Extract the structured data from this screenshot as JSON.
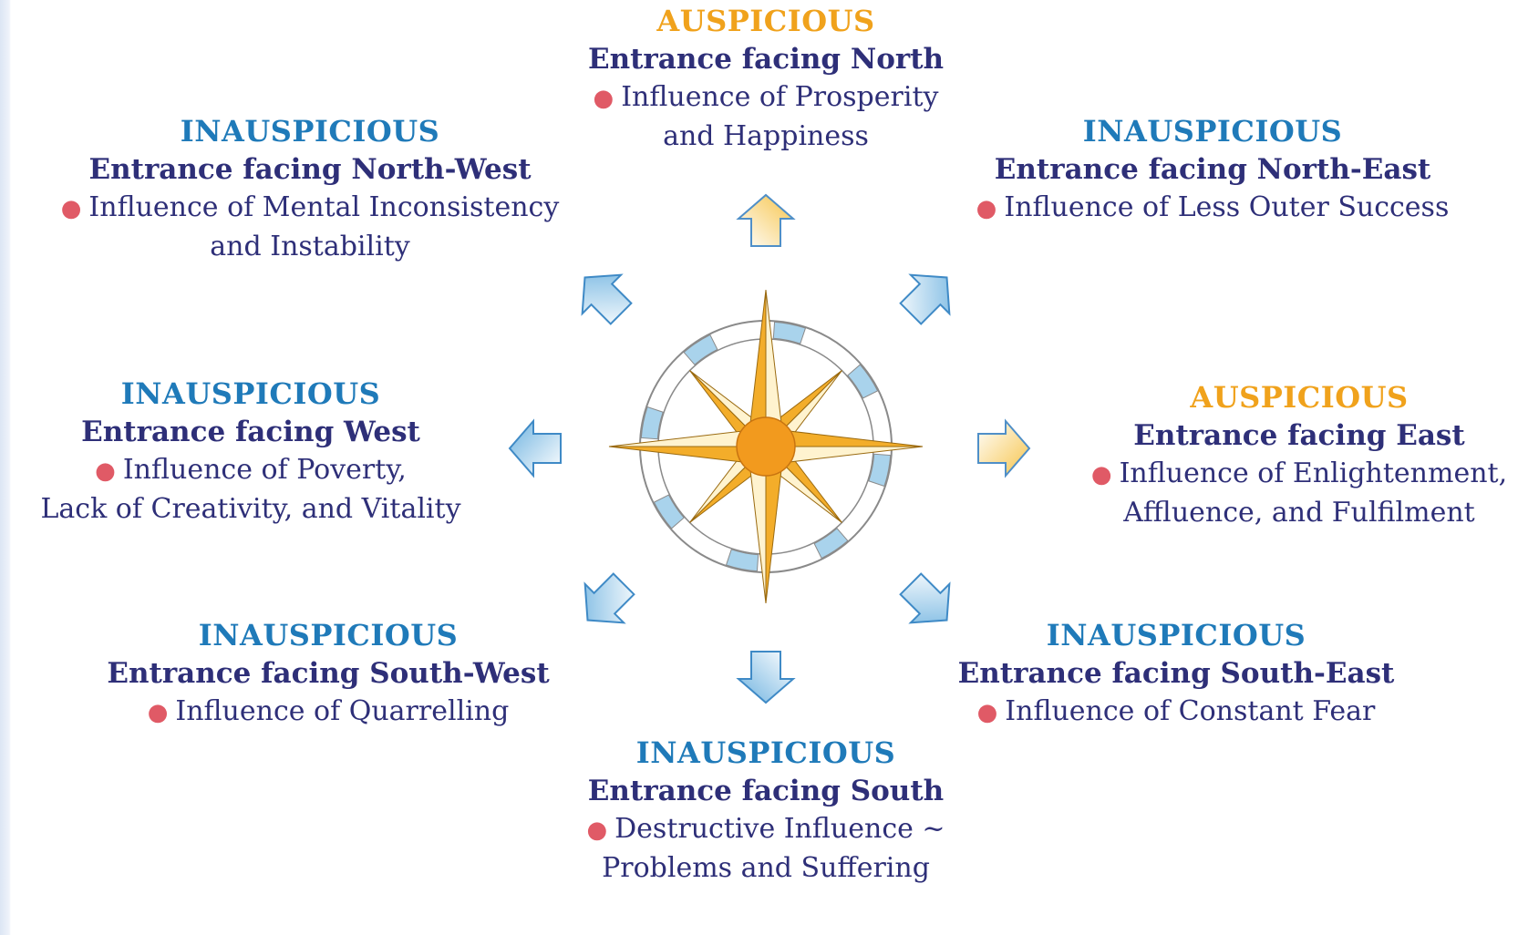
{
  "colors": {
    "auspicious": "#f0a21c",
    "inauspicious": "#1f7ab9",
    "heading": "#2e2f78",
    "bullet": "#e05a66",
    "arrow_blue": "#6fb3e0",
    "arrow_yellow": "#f6c44a",
    "compass_gold": "#f3ad2a",
    "compass_center": "#f29a1e"
  },
  "directions": [
    {
      "id": "north",
      "status": "AUSPICIOUS",
      "status_type": "auspicious",
      "heading": "Entrance facing North",
      "desc_line1": "Influence of Prosperity",
      "desc_line2": "and Happiness",
      "arrow_icon": "arrow-up-icon"
    },
    {
      "id": "north-east",
      "status": "INAUSPICIOUS",
      "status_type": "inauspicious",
      "heading": "Entrance facing North-East",
      "desc_line1": "Influence of Less Outer Success",
      "desc_line2": "",
      "arrow_icon": "arrow-up-right-icon"
    },
    {
      "id": "east",
      "status": "AUSPICIOUS",
      "status_type": "auspicious",
      "heading": "Entrance facing East",
      "desc_line1": "Influence of Enlightenment,",
      "desc_line2": "Affluence, and Fulfilment",
      "arrow_icon": "arrow-right-icon"
    },
    {
      "id": "south-east",
      "status": "INAUSPICIOUS",
      "status_type": "inauspicious",
      "heading": "Entrance facing South-East",
      "desc_line1": "Influence of Constant Fear",
      "desc_line2": "",
      "arrow_icon": "arrow-down-right-icon"
    },
    {
      "id": "south",
      "status": "INAUSPICIOUS",
      "status_type": "inauspicious",
      "heading": "Entrance facing South",
      "desc_line1": "Destructive Influence ~",
      "desc_line2": "Problems and Suffering",
      "arrow_icon": "arrow-down-icon"
    },
    {
      "id": "south-west",
      "status": "INAUSPICIOUS",
      "status_type": "inauspicious",
      "heading": "Entrance facing South-West",
      "desc_line1": "Influence of Quarrelling",
      "desc_line2": "",
      "arrow_icon": "arrow-down-left-icon"
    },
    {
      "id": "west",
      "status": "INAUSPICIOUS",
      "status_type": "inauspicious",
      "heading": "Entrance facing West",
      "desc_line1": "Influence of Poverty,",
      "desc_line2": "Lack of Creativity, and Vitality",
      "arrow_icon": "arrow-left-icon"
    },
    {
      "id": "north-west",
      "status": "INAUSPICIOUS",
      "status_type": "inauspicious",
      "heading": "Entrance facing North-West",
      "desc_line1": "Influence of Mental Inconsistency",
      "desc_line2": "and Instability",
      "arrow_icon": "arrow-up-left-icon"
    }
  ],
  "compass": {
    "icon": "compass-rose-icon",
    "center_icon": "compass-center-dot-icon"
  }
}
